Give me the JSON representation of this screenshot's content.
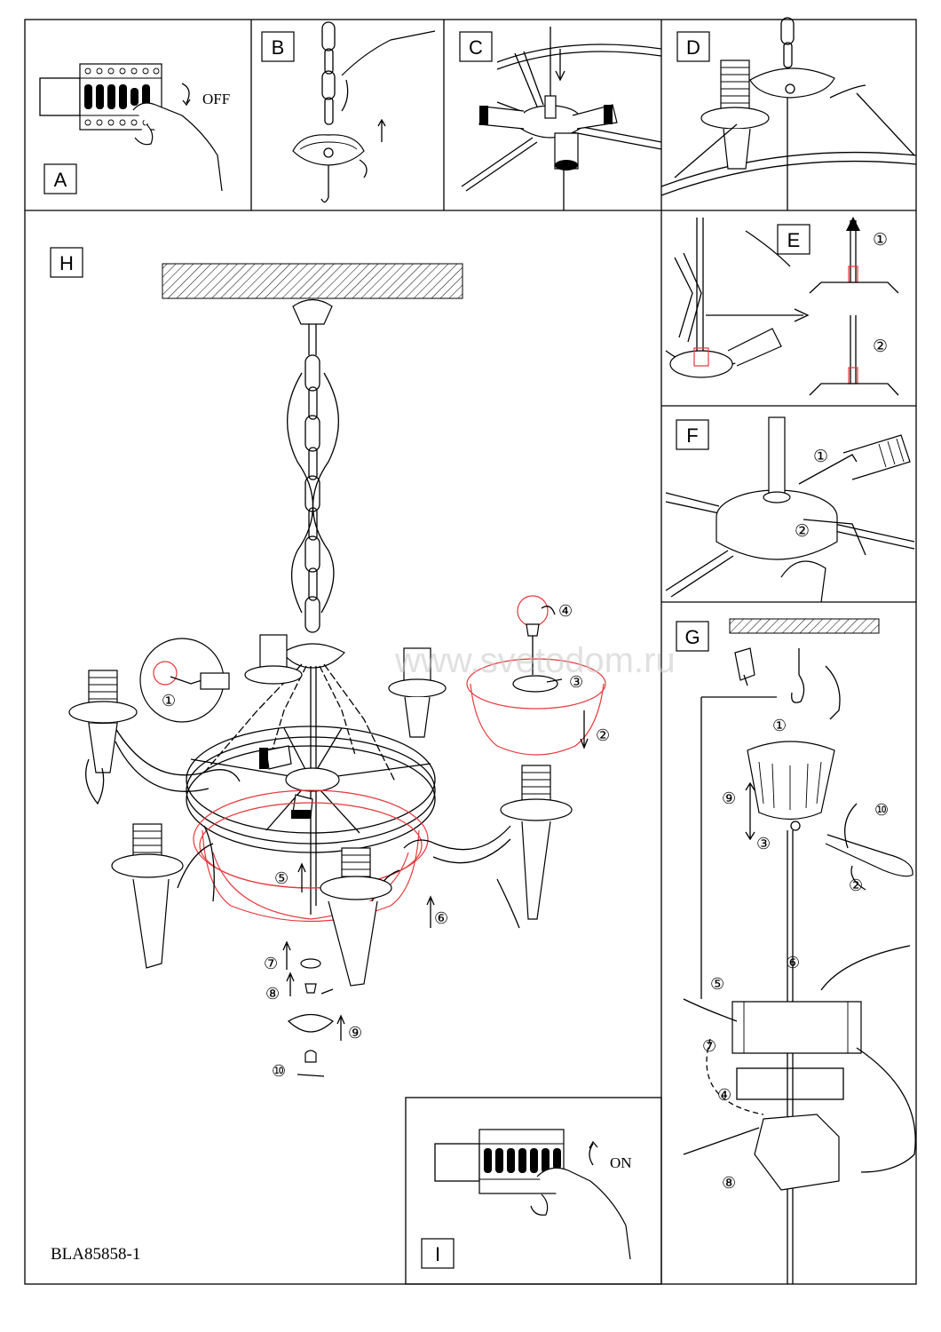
{
  "panels": {
    "a": {
      "letter": "A",
      "caption": "OFF"
    },
    "b": {
      "letter": "B"
    },
    "c": {
      "letter": "C"
    },
    "d": {
      "letter": "D"
    },
    "e": {
      "letter": "E",
      "steps": [
        "①",
        "②"
      ]
    },
    "f": {
      "letter": "F",
      "steps": [
        "①",
        "②"
      ]
    },
    "g": {
      "letter": "G",
      "steps": [
        "①",
        "②",
        "③",
        "④",
        "⑤",
        "⑥",
        "⑦",
        "⑧",
        "⑨",
        "⑩"
      ]
    },
    "h": {
      "letter": "H",
      "steps": [
        "①",
        "②",
        "③",
        "④",
        "⑤",
        "⑥",
        "⑦",
        "⑧",
        "⑨",
        "⑩"
      ]
    },
    "i": {
      "letter": "I",
      "caption": "ON"
    }
  },
  "model_code": "BLA85858-1",
  "watermark": "www.svetodom.ru",
  "colors": {
    "line": "#000000",
    "highlight": "#e8363a"
  }
}
